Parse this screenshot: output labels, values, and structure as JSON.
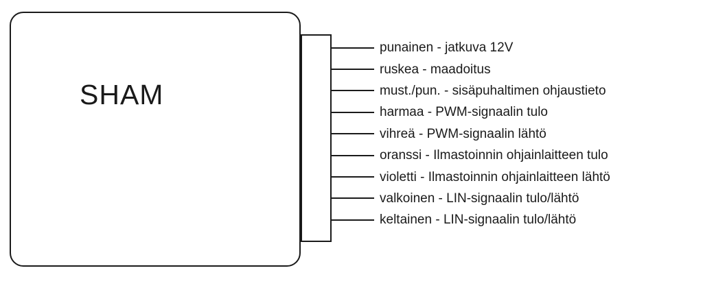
{
  "diagram": {
    "device_label": "SHAM",
    "wires": [
      "punainen - jatkuva 12V",
      "ruskea - maadoitus",
      "must./pun. - sisäpuhaltimen ohjaustieto",
      "harmaa - PWM-signaalin tulo",
      "vihreä - PWM-signaalin lähtö",
      "oranssi - Ilmastoinnin ohjainlaitteen tulo",
      "violetti - Ilmastoinnin ohjainlaitteen lähtö",
      "valkoinen - LIN-signaalin tulo/lähtö",
      "keltainen - LIN-signaalin tulo/lähtö"
    ],
    "colors": {
      "line": "#1a1a1a",
      "text": "#1a1a1a",
      "background": "#ffffff"
    }
  }
}
